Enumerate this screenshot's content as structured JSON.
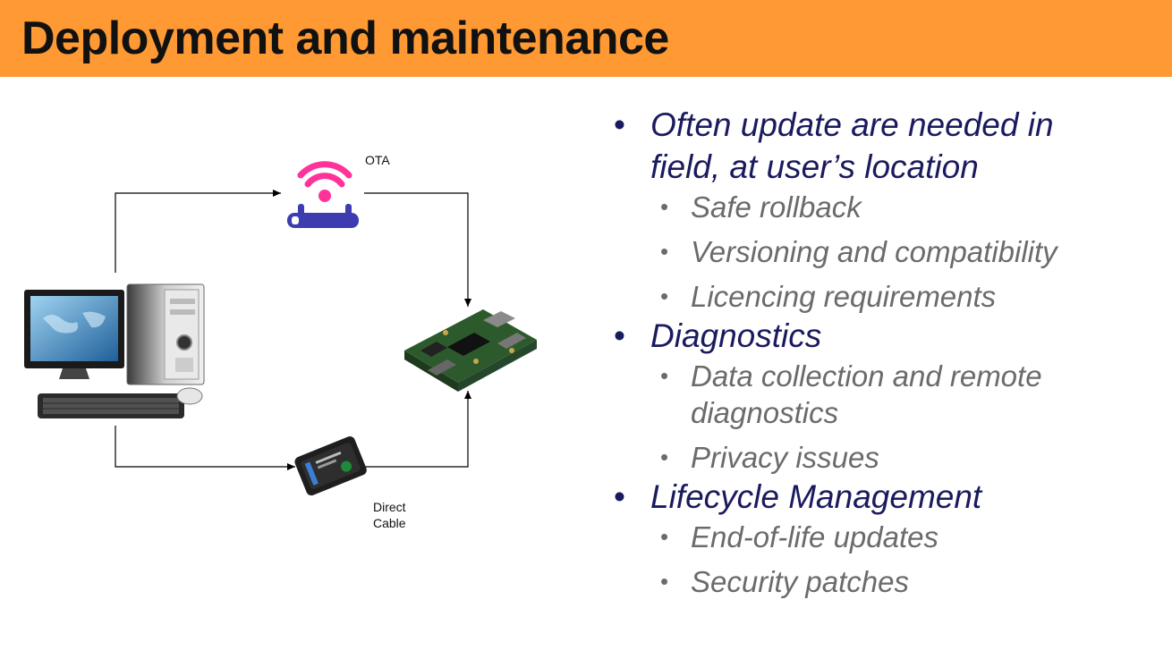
{
  "slide": {
    "title": "Deployment and maintenance",
    "colors": {
      "header_bg": "#ff9933",
      "primary_text": "#1a1a5e",
      "secondary_text": "#6b6b6b"
    }
  },
  "diagram": {
    "ota_label": "OTA",
    "cable_label_line1": "Direct",
    "cable_label_line2": "Cable",
    "icons": [
      "desktop-computer-icon",
      "wifi-router-icon",
      "usb-programmer-icon",
      "embedded-board-icon"
    ]
  },
  "bullets": [
    {
      "text_line1": "Often update are needed in",
      "text_line2": "field, at user’s location",
      "sub": [
        "Safe rollback",
        "Versioning and compatibility",
        "Licencing requirements"
      ]
    },
    {
      "text": "Diagnostics",
      "sub_line1": "Data collection and remote",
      "sub_line2": "diagnostics",
      "sub": [
        "Privacy issues"
      ]
    },
    {
      "text": "Lifecycle Management",
      "sub": [
        "End-of-life updates",
        "Security patches"
      ]
    }
  ]
}
